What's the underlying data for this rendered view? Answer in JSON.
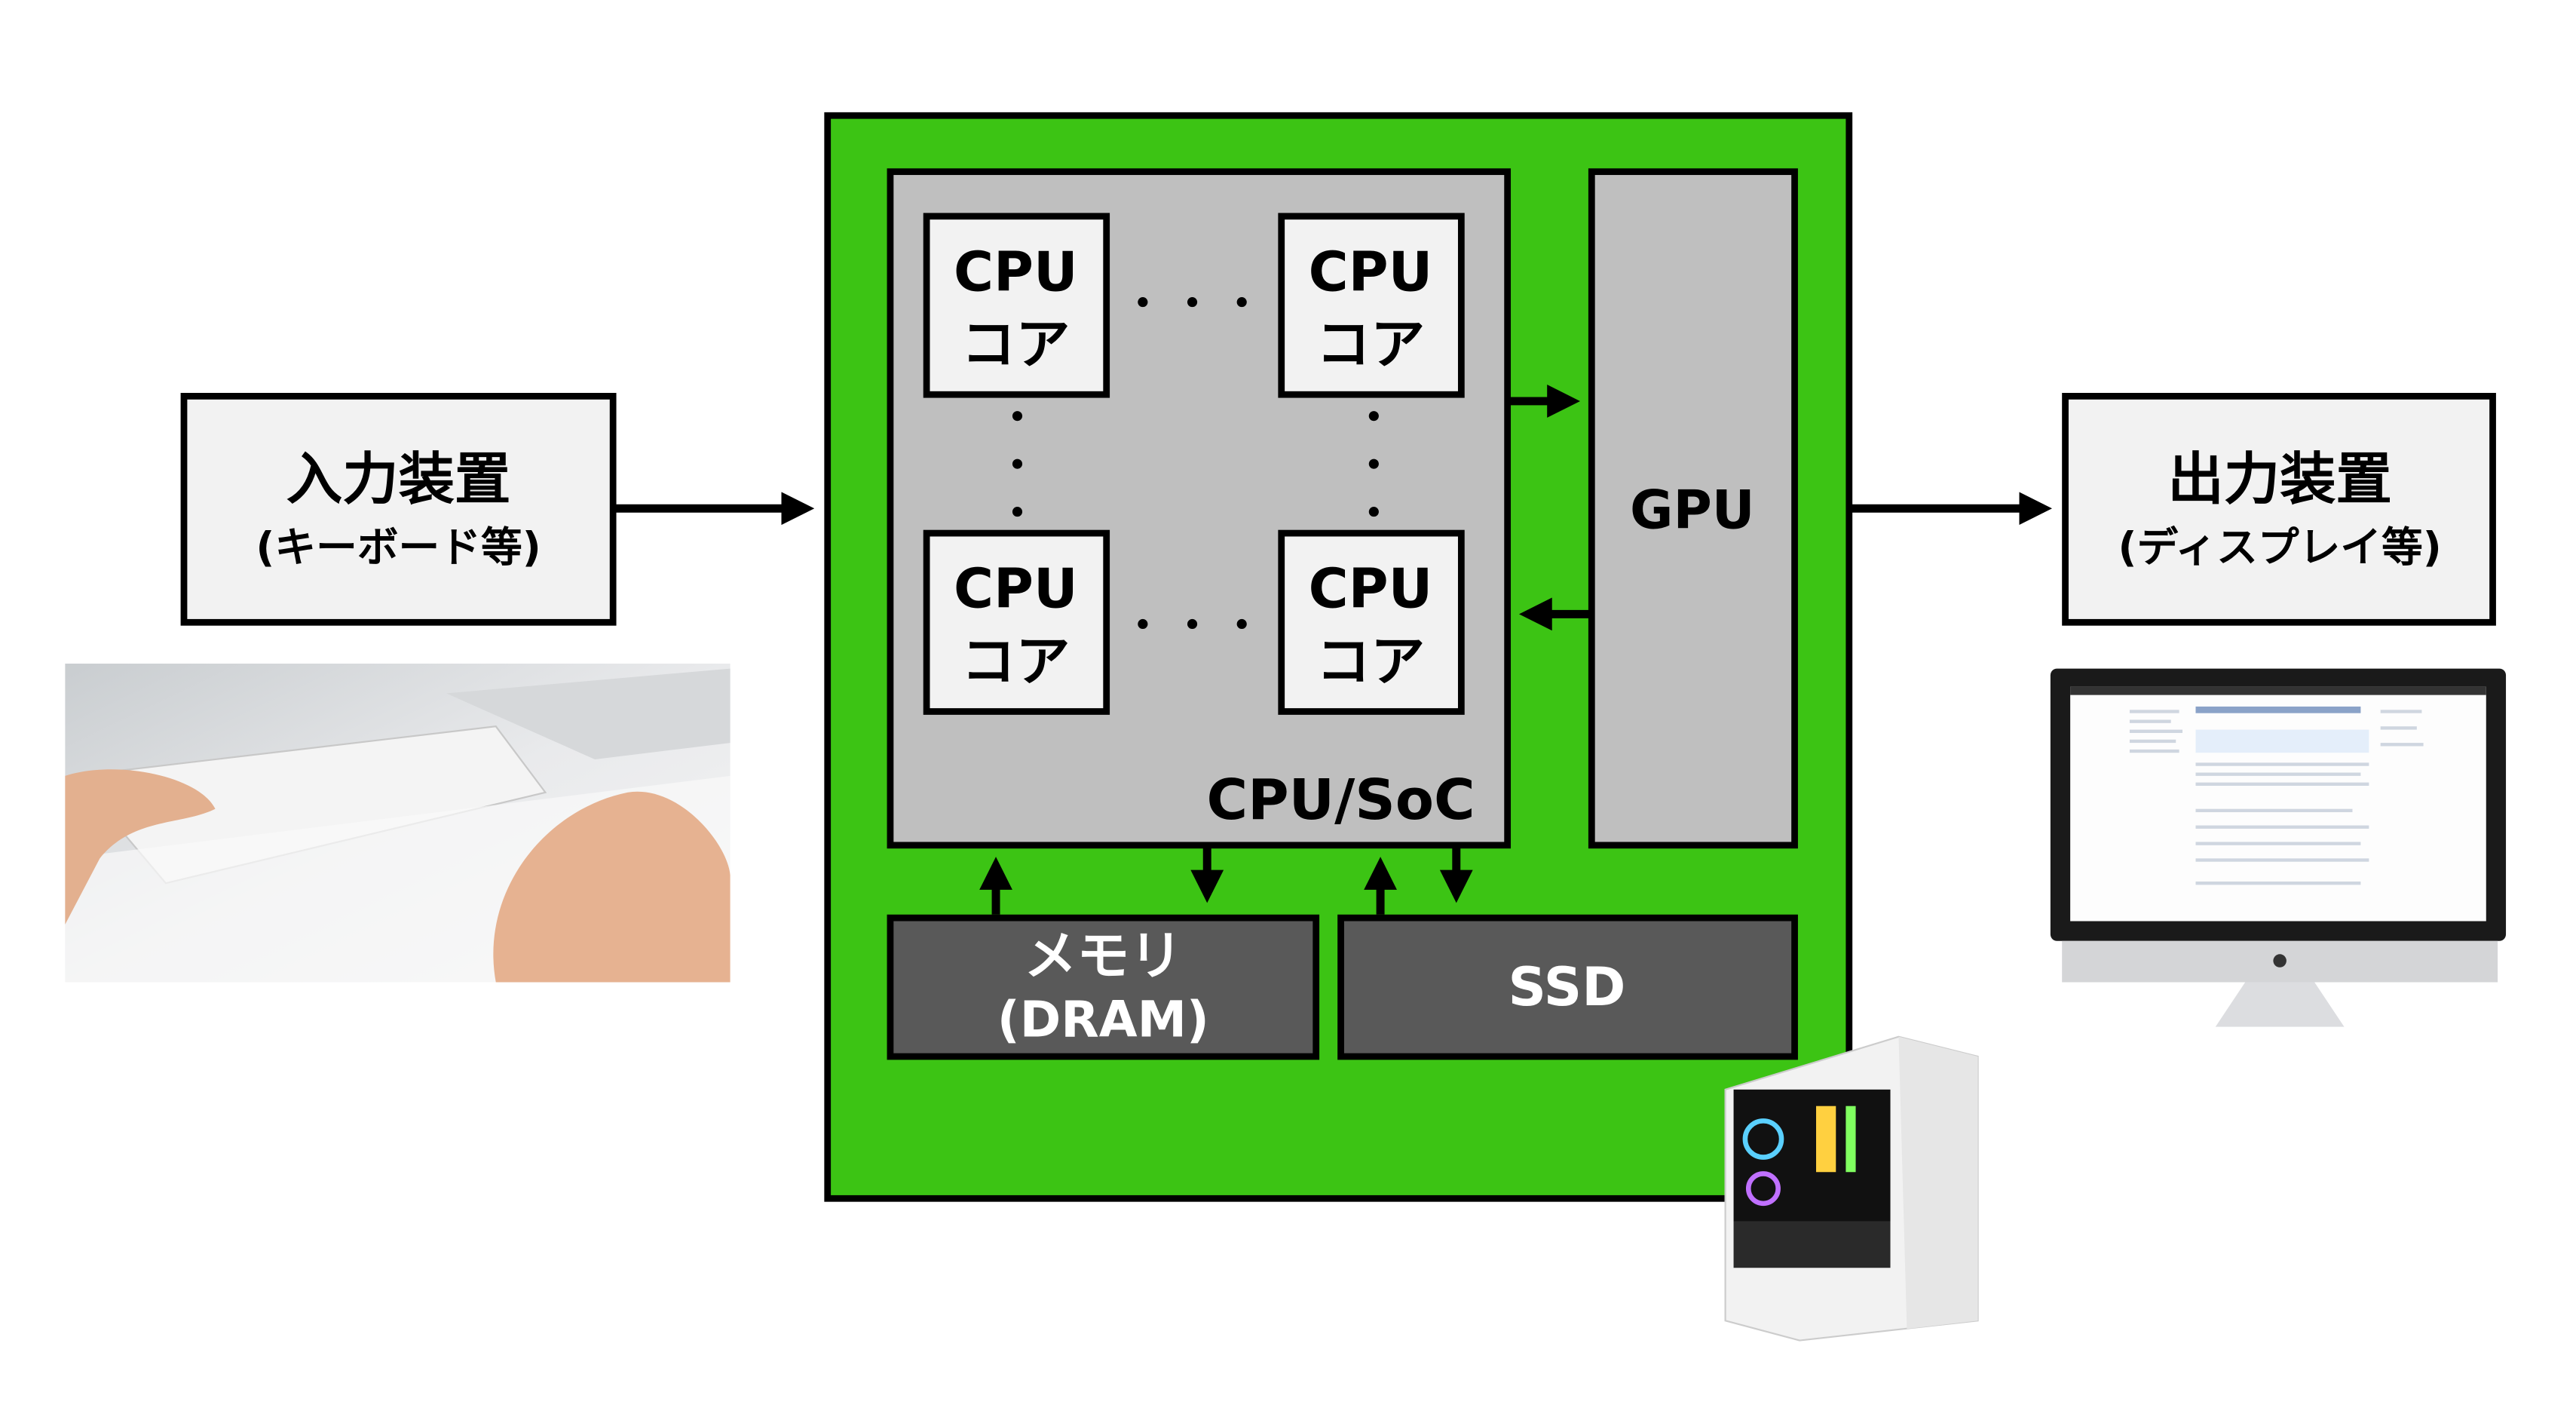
{
  "input_device": {
    "title": "入力装置",
    "subtitle": "(キーボード等)"
  },
  "output_device": {
    "title": "出力装置",
    "subtitle": "(ディスプレイ等)"
  },
  "soc": {
    "label": "CPU/SoC",
    "cores": [
      {
        "line1": "CPU",
        "line2": "コア"
      },
      {
        "line1": "CPU",
        "line2": "コア"
      },
      {
        "line1": "CPU",
        "line2": "コア"
      },
      {
        "line1": "CPU",
        "line2": "コア"
      }
    ]
  },
  "gpu": {
    "label": "GPU"
  },
  "memory": {
    "line1": "メモリ",
    "line2": "(DRAM)"
  },
  "ssd": {
    "label": "SSD"
  },
  "photos": {
    "keyboard": "keyboard-photo",
    "monitor": "monitor-photo",
    "pc_case": "pc-case-photo"
  },
  "colors": {
    "system_board": "#3cc414",
    "soc": "#bfbfbf",
    "core": "#f2f2f2",
    "io_box": "#f2f2f2",
    "storage": "#595959",
    "outline": "#000000"
  }
}
